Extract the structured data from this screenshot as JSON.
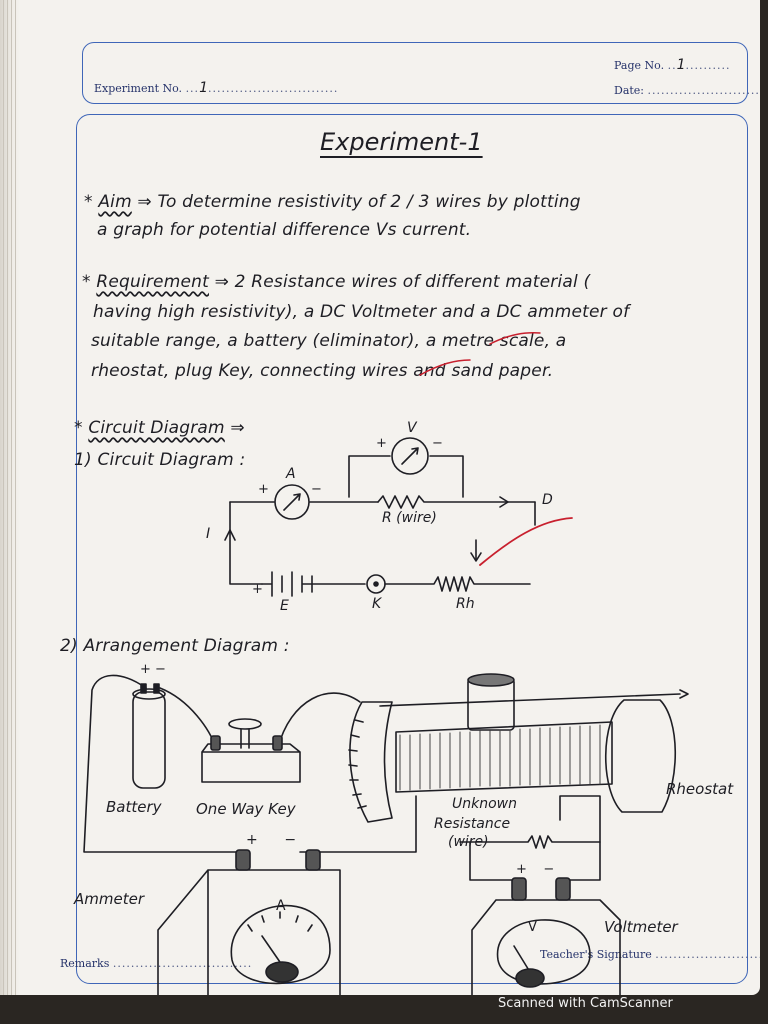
{
  "header": {
    "page_label": "Page No.",
    "page_value": "1",
    "experiment_label": "Experiment No.",
    "experiment_value": "1",
    "date_label": "Date:"
  },
  "title": "Experiment-1",
  "aim": {
    "label": "Aim",
    "line1": "To determine resistivity of 2 / 3 wires by plotting",
    "line2": "a graph for potential difference Vs current."
  },
  "requirement": {
    "label": "Requirement",
    "line1": "2 Resistance wires of different material (",
    "line2": "having high resistivity), a DC Voltmeter and a DC ammeter of",
    "line3": "suitable range, a battery (eliminator), a metre scale, a",
    "line4": "rheostat, plug Key, connecting wires and sand paper."
  },
  "circuit_heading": "Circuit Diagram",
  "circuit_sub": "1) Circuit Diagram :",
  "circuit_labels": {
    "voltmeter": "V",
    "ammeter": "A",
    "resistor": "R (wire)",
    "current": "I",
    "point_d": "D",
    "battery": "E",
    "key": "K",
    "rheostat": "Rh"
  },
  "arrangement_sub": "2) Arrangement Diagram :",
  "arrangement_labels": {
    "battery": "Battery",
    "key": "One Way Key",
    "unknown1": "Unknown",
    "unknown2": "Resistance",
    "unknown3": "(wire)",
    "rheostat": "Rheostat",
    "ammeter": "Ammeter",
    "voltmeter": "Voltmeter",
    "ammeter_dial": "A",
    "voltmeter_dial": "V"
  },
  "footer": {
    "remarks_label": "Remarks",
    "signature_label": "Teacher's Signature"
  },
  "scanner_text": "Scanned with CamScanner",
  "colors": {
    "printed_blue": "#3f66b8",
    "ink": "#1e1e24",
    "correction_red": "#c8202e"
  }
}
